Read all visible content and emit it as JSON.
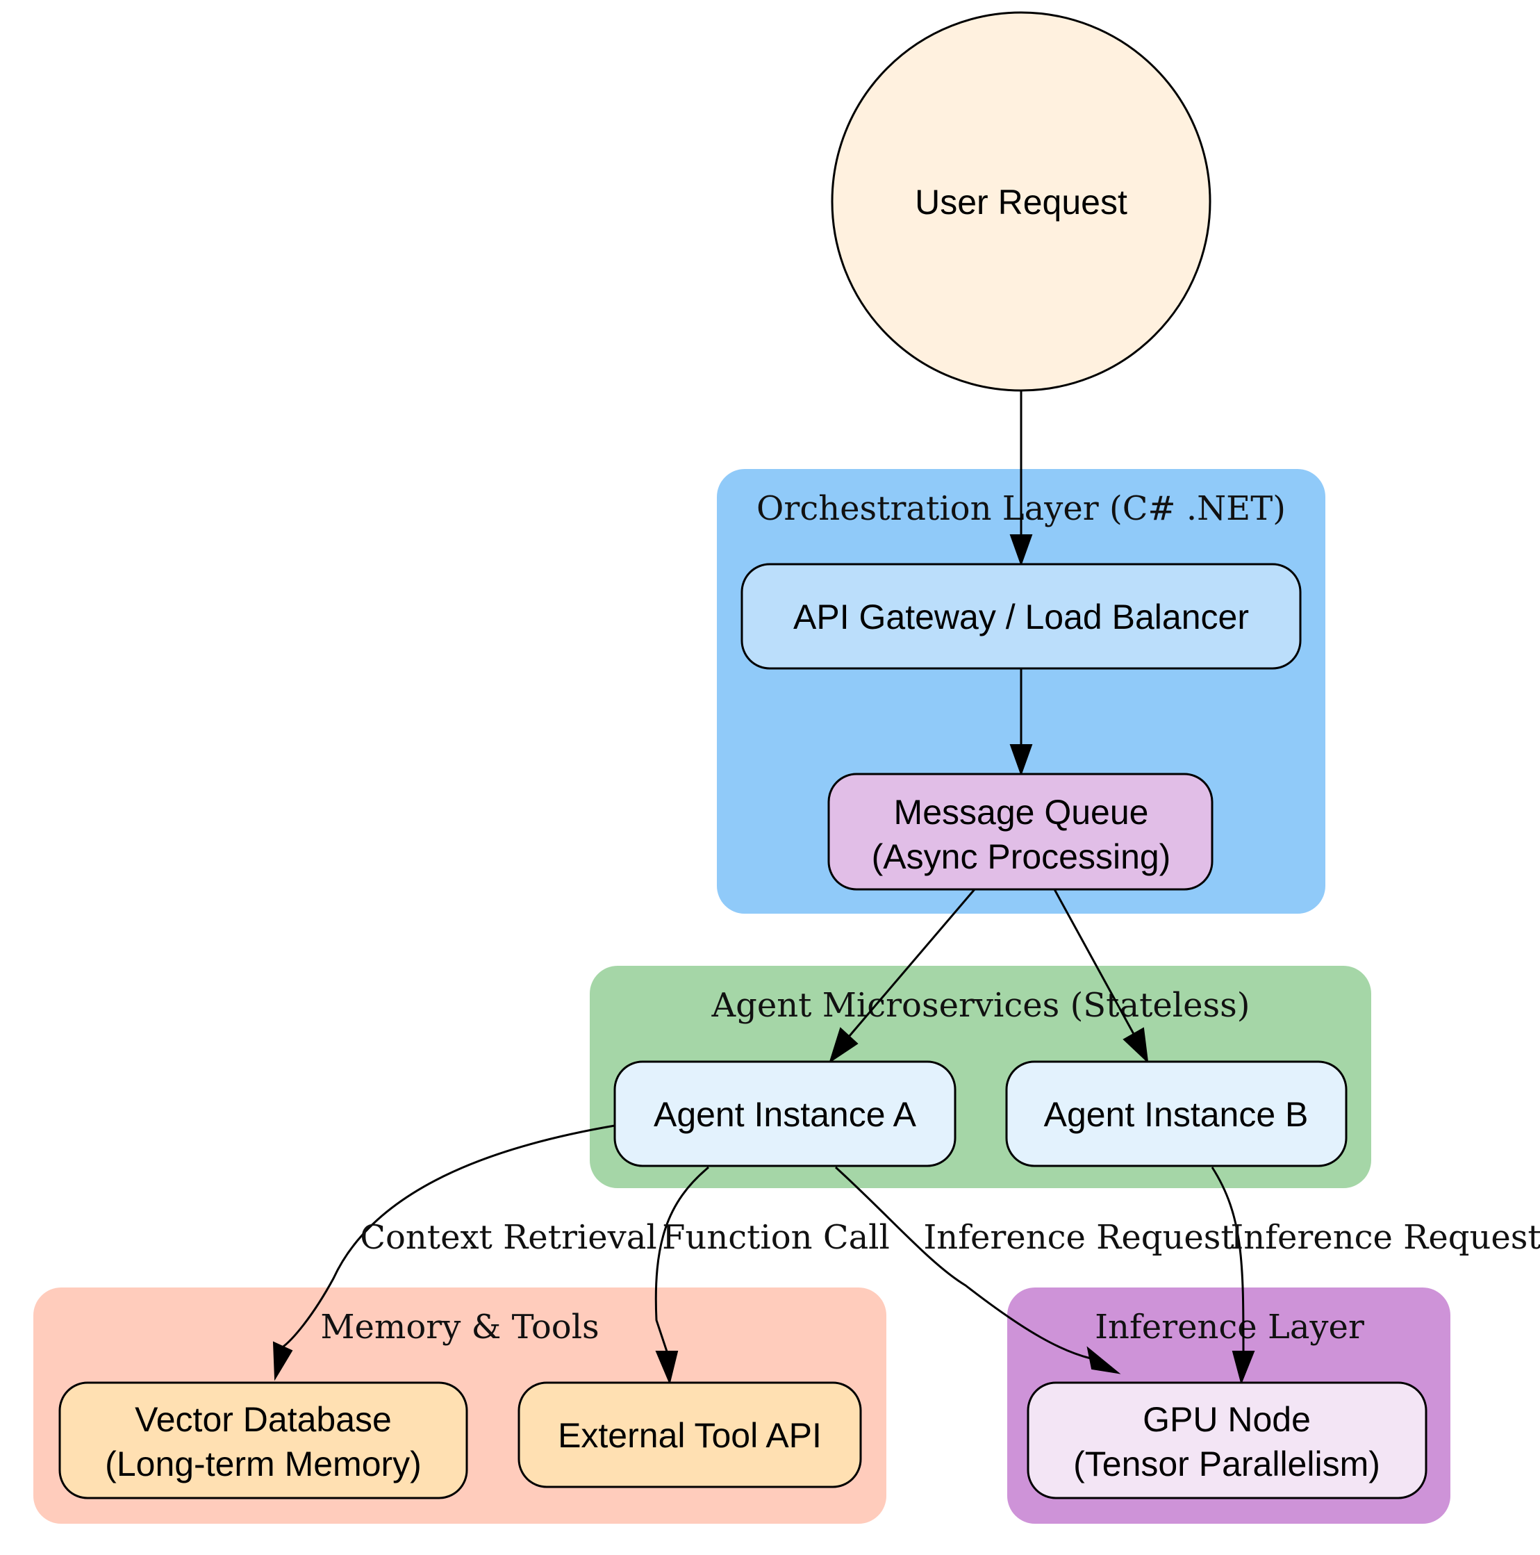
{
  "nodes": {
    "user_request": {
      "label": "User Request"
    },
    "api_gateway": {
      "label": "API Gateway / Load Balancer"
    },
    "message_queue": {
      "lines": [
        "Message Queue",
        "(Async Processing)"
      ]
    },
    "agent_a": {
      "label": "Agent Instance A"
    },
    "agent_b": {
      "label": "Agent Instance B"
    },
    "vector_db": {
      "lines": [
        "Vector Database",
        "(Long-term Memory)"
      ]
    },
    "external_tool": {
      "label": "External Tool API"
    },
    "gpu_node": {
      "lines": [
        "GPU Node",
        "(Tensor Parallelism)"
      ]
    }
  },
  "clusters": {
    "orchestration": {
      "title": "Orchestration Layer (C# .NET)"
    },
    "agents": {
      "title": "Agent Microservices (Stateless)"
    },
    "memory": {
      "title": "Memory & Tools"
    },
    "inference": {
      "title": "Inference Layer"
    }
  },
  "edges": {
    "context_retrieval": {
      "label": "Context Retrieval"
    },
    "function_call": {
      "label": "Function Call"
    },
    "inference_a": {
      "label": "Inference Request"
    },
    "inference_b": {
      "label": "Inference Request"
    }
  },
  "colors": {
    "orchestration_bg": "#90CAF9",
    "agents_bg": "#A5D6A7",
    "memory_bg": "#FFCCBC",
    "inference_bg": "#CE93D8",
    "user_request_fill": "#FFF1DF",
    "api_gateway_fill": "#BBDEFB",
    "message_queue_fill": "#E1BEE7",
    "agent_fill": "#E3F2FD",
    "memory_node_fill": "#FFE0B2",
    "gpu_fill": "#F3E5F5"
  }
}
